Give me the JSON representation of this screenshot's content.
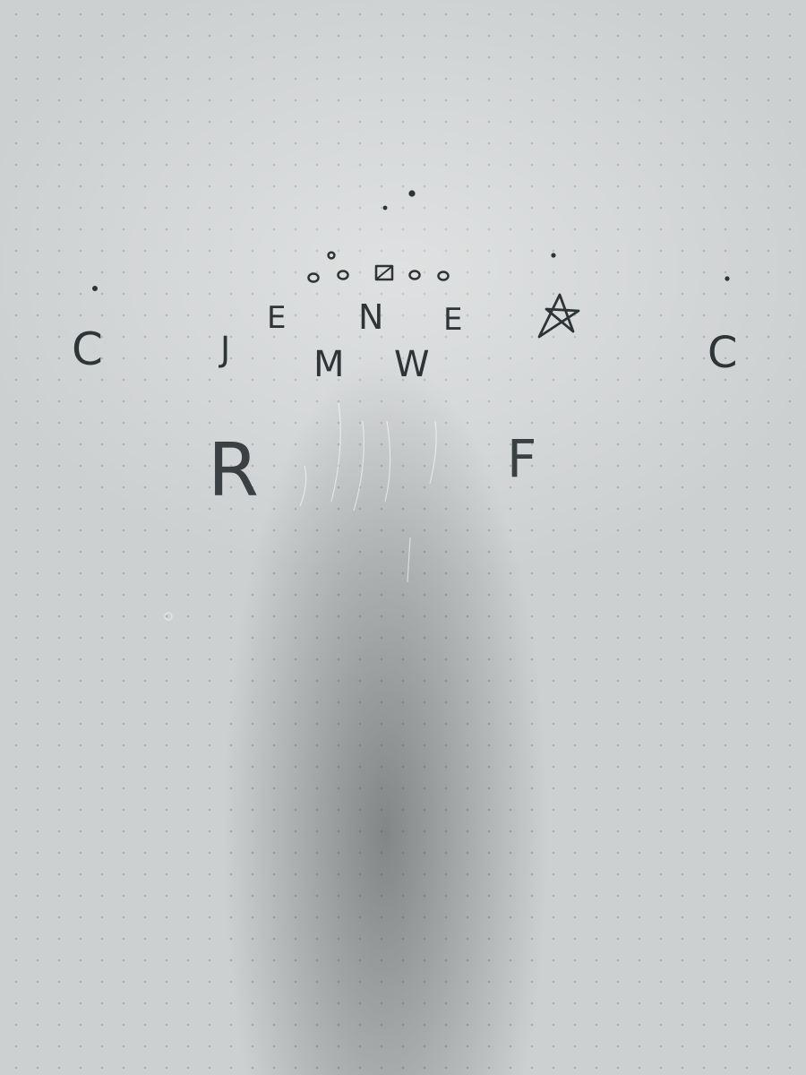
{
  "diagram": {
    "labels": {
      "c_left": "C",
      "j": "J",
      "e_left": "E",
      "n": "N",
      "e_right": "E",
      "m": "M",
      "w": "W",
      "c_right": "C",
      "r": "R",
      "f": "F"
    },
    "symbols": {
      "star": "star-symbol",
      "center_square": "square-symbol",
      "offense_circles": "circle-symbol"
    },
    "ink_color": "#2e3335"
  }
}
